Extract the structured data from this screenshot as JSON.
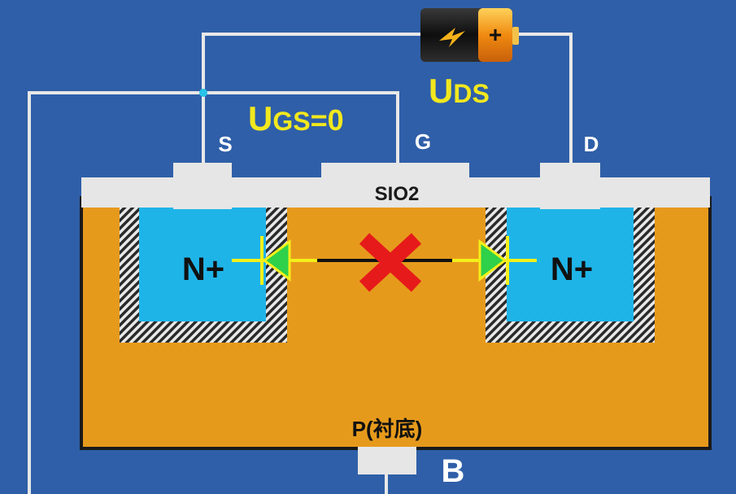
{
  "labels": {
    "source": "S",
    "gate": "G",
    "drain": "D",
    "oxide": "SIO2",
    "n_left": "N+",
    "n_right": "N+",
    "substrate": "P(衬底)",
    "body": "B"
  },
  "voltages": {
    "ugs_main": "U",
    "ugs_sub": "GS",
    "ugs_eq": "=0",
    "uds_main": "U",
    "uds_sub": "DS"
  },
  "battery": {
    "plus_sign": "+"
  },
  "colors": {
    "background": "#2f5fa8",
    "substrate": "#e69a1c",
    "n_region": "#1fb4e8",
    "oxide": "#e6e6e6",
    "wire": "#e8e8e8",
    "voltage_text": "#f2e81e",
    "diode_fill": "#2fd04a",
    "diode_line": "#f4f01a",
    "cross": "#e61a1a"
  },
  "icons": {
    "battery": "battery-icon",
    "blocked": "red-x-icon",
    "diode": "diode-icon"
  }
}
